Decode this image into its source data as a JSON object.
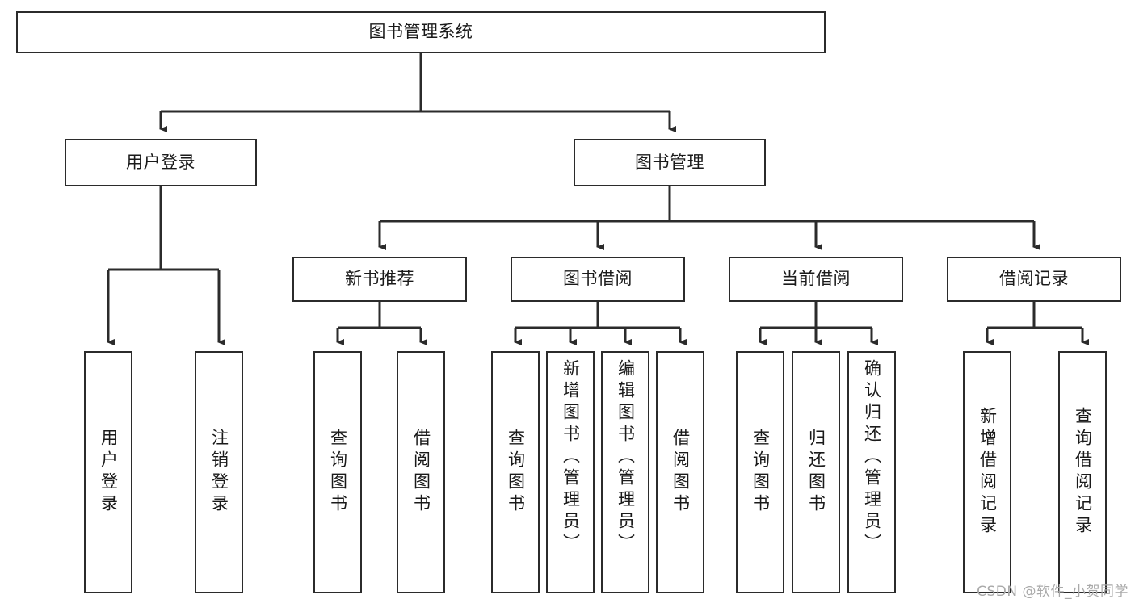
{
  "diagram": {
    "title": "图书管理系统",
    "type": "tree-hierarchy-diagram",
    "root": {
      "id": "root",
      "label": "图书管理系统"
    },
    "level2": [
      {
        "id": "user-login",
        "label": "用户登录"
      },
      {
        "id": "book-manage",
        "label": "图书管理"
      }
    ],
    "level3": [
      {
        "id": "new-book-rec",
        "label": "新书推荐"
      },
      {
        "id": "book-borrow",
        "label": "图书借阅"
      },
      {
        "id": "current-borrow",
        "label": "当前借阅"
      },
      {
        "id": "borrow-record",
        "label": "借阅记录"
      }
    ],
    "leaves": {
      "user_login": [
        {
          "id": "leaf-user-login",
          "label": "用户登录"
        },
        {
          "id": "leaf-user-logout",
          "label": "注销登录"
        }
      ],
      "new_book_rec": [
        {
          "id": "leaf-query-book-1",
          "label": "查询图书"
        },
        {
          "id": "leaf-borrow-book-1",
          "label": "借阅图书"
        }
      ],
      "book_borrow": [
        {
          "id": "leaf-query-book-2",
          "label": "查询图书"
        },
        {
          "id": "leaf-add-book",
          "label": "新增图书（管理员）"
        },
        {
          "id": "leaf-edit-book",
          "label": "编辑图书（管理员）"
        },
        {
          "id": "leaf-borrow-book-2",
          "label": "借阅图书"
        }
      ],
      "current_borrow": [
        {
          "id": "leaf-query-book-3",
          "label": "查询图书"
        },
        {
          "id": "leaf-return-book",
          "label": "归还图书"
        },
        {
          "id": "leaf-confirm-return",
          "label": "确认归还（管理员）"
        }
      ],
      "borrow_record": [
        {
          "id": "leaf-add-record",
          "label": "新增借阅记录"
        },
        {
          "id": "leaf-query-record",
          "label": "查询借阅记录"
        }
      ]
    }
  },
  "watermark": {
    "text": "CSDN @软件_小贺同学"
  },
  "colors": {
    "stroke": "#2b2b2b",
    "fill": "#ffffff",
    "text": "#1a1a1a",
    "watermark": "#a9a9a9"
  }
}
